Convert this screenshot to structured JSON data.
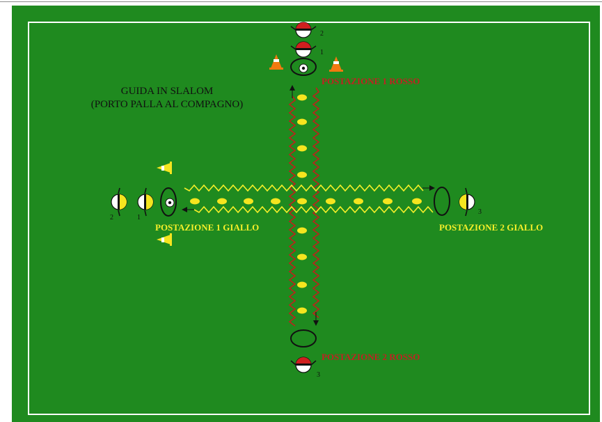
{
  "drill": {
    "title_line1": "GUIDA IN SLALOM",
    "title_line2": "(PORTO PALLA AL COMPAGNO)"
  },
  "stations": {
    "red_1": "POSTAZIONE 1 ROSSO",
    "red_2": "POSTAZIONE 2 ROSSO",
    "yellow_1": "POSTAZIONE 1 GIALLO",
    "yellow_2": "POSTAZIONE 2 GIALLO"
  },
  "players": {
    "red_top_back": "2",
    "red_top_front": "1",
    "red_bottom": "3",
    "yellow_left_back": "2",
    "yellow_left_front": "1",
    "yellow_right": "3"
  },
  "colors": {
    "pitch": "#1f8a1f",
    "red_team": "#d01f1f",
    "yellow_team": "#f5e51f",
    "cone": "#f07a10",
    "field_lines": "#ffffff"
  }
}
